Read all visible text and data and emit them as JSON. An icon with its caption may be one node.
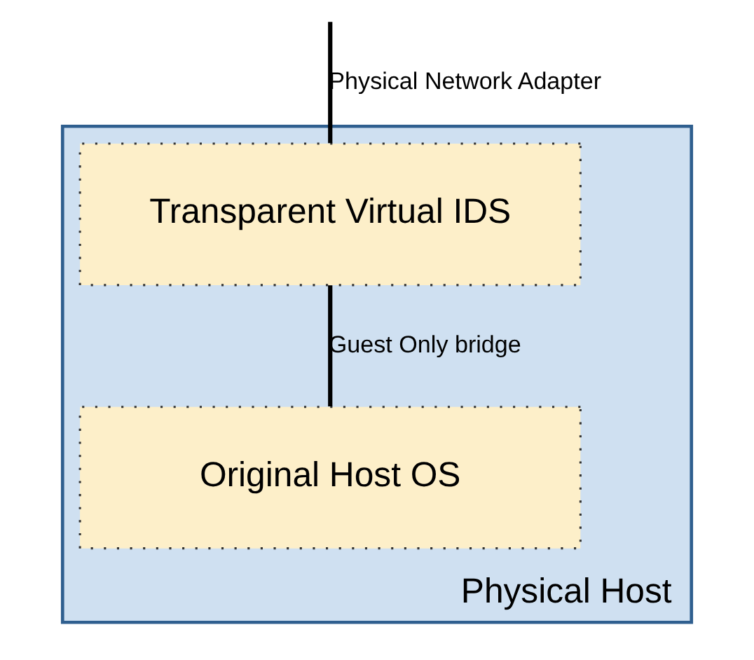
{
  "diagram": {
    "nodes": [
      {
        "text": [
          "Physical Host"
        ]
      },
      {
        "text": [
          "Transparent Virtual IDS"
        ],
        "in": 0
      },
      {
        "text": [
          "Original Host OS"
        ],
        "in": 0
      }
    ],
    "edges": [
      {
        "from": null,
        "to": 1,
        "arrow": "none",
        "label": "Physical Network Adapter"
      },
      {
        "from": 1,
        "to": 2,
        "arrow": "none",
        "label": "Guest Only bridge"
      }
    ]
  }
}
